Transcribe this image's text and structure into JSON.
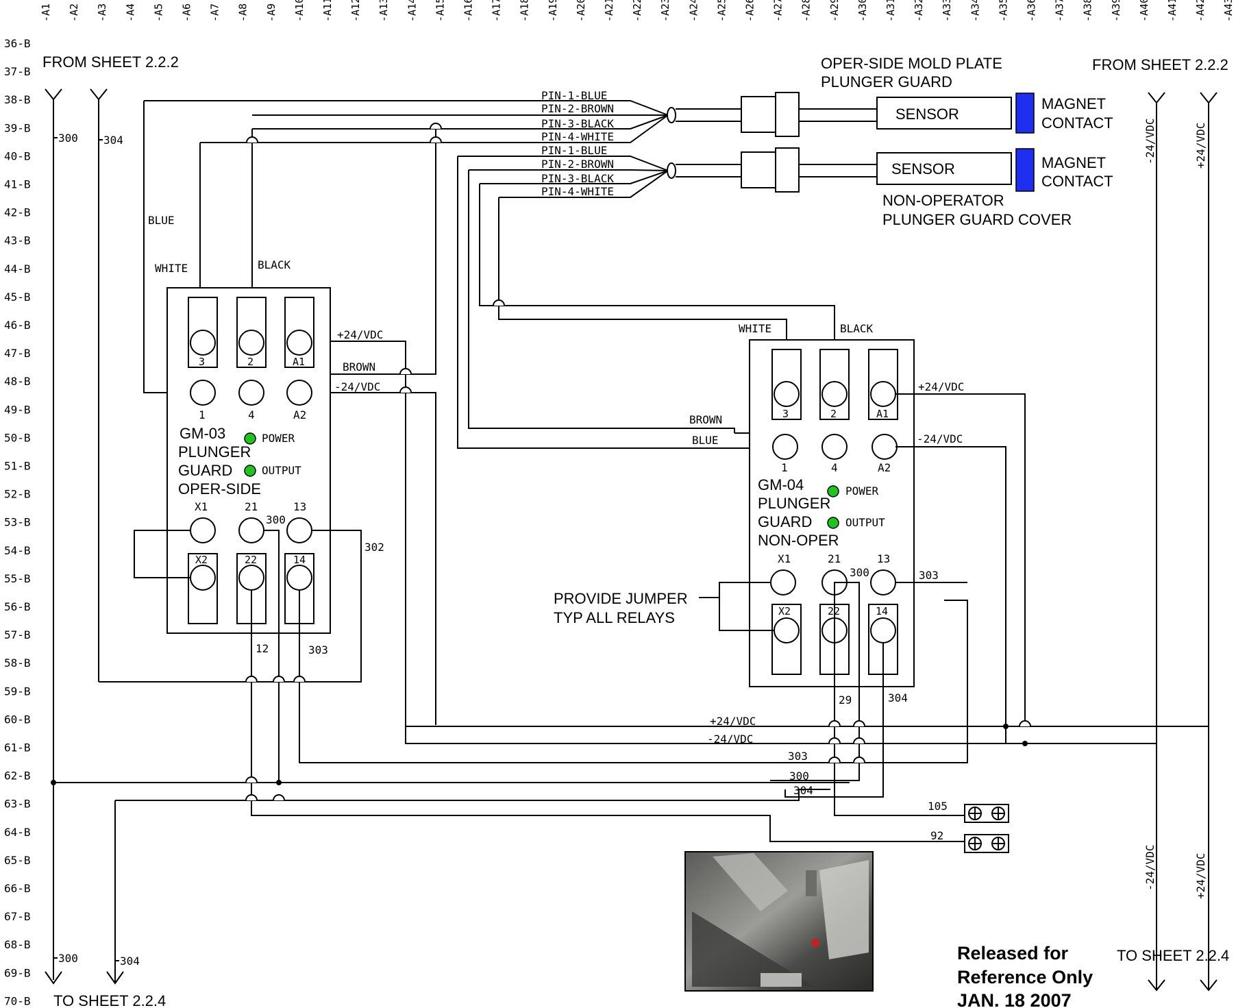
{
  "columns": [
    "-A1",
    "-A2",
    "-A3",
    "-A4",
    "-A5",
    "-A6",
    "-A7",
    "-A8",
    "-A9",
    "-A10",
    "-A11",
    "-A12",
    "-A13",
    "-A14",
    "-A15",
    "-A16",
    "-A17",
    "-A18",
    "-A19",
    "-A20",
    "-A21",
    "-A22",
    "-A23",
    "-A24",
    "-A25",
    "-A26",
    "-A27",
    "-A28",
    "-A29",
    "-A30",
    "-A31",
    "-A32",
    "-A33",
    "-A34",
    "-A35",
    "-A36",
    "-A37",
    "-A38",
    "-A39",
    "-A40",
    "-A41",
    "-A42",
    "-A43"
  ],
  "rows": [
    "36-B",
    "37-B",
    "38-B",
    "39-B",
    "40-B",
    "41-B",
    "42-B",
    "43-B",
    "44-B",
    "45-B",
    "46-B",
    "47-B",
    "48-B",
    "49-B",
    "50-B",
    "51-B",
    "52-B",
    "53-B",
    "54-B",
    "55-B",
    "56-B",
    "57-B",
    "58-B",
    "59-B",
    "60-B",
    "61-B",
    "62-B",
    "63-B",
    "64-B",
    "65-B",
    "66-B",
    "67-B",
    "68-B",
    "69-B",
    "70-B"
  ],
  "sheet_refs": {
    "from_left": "FROM SHEET 2.2.2",
    "from_right": "FROM SHEET 2.2.2",
    "to_left": "TO SHEET 2.2.4",
    "to_right": "TO SHEET 2.2.4"
  },
  "wire_labels": {
    "w300": "300",
    "w304": "304",
    "w302": "302",
    "w303": "303",
    "w12": "12",
    "w29": "29",
    "blue": "BLUE",
    "brown": "BROWN",
    "black": "BLACK",
    "white": "WHITE",
    "p24": "+24/VDC",
    "m24": "-24/VDC",
    "w105": "105",
    "w92": "92"
  },
  "cables": {
    "pins": [
      "PIN-1-BLUE",
      "PIN-2-BROWN",
      "PIN-3-BLACK",
      "PIN-4-WHITE"
    ],
    "sensor_label": "SENSOR",
    "magnet_label_1": "MAGNET",
    "magnet_label_2": "CONTACT"
  },
  "oper_guard_title": [
    "OPER-SIDE  MOLD PLATE",
    "PLUNGER GUARD"
  ],
  "nonoper_guard_title": [
    "NON-OPERATOR",
    "PLUNGER GUARD COVER"
  ],
  "terminals": {
    "t3": "3",
    "t2": "2",
    "tA1": "A1",
    "t1": "1",
    "t4": "4",
    "tA2": "A2",
    "tX1": "X1",
    "t21": "21",
    "t13": "13",
    "tX2": "X2",
    "t22": "22",
    "t14": "14"
  },
  "relay_gm03": {
    "lines": [
      "GM-03",
      "PLUNGER",
      "GUARD",
      "OPER-SIDE"
    ],
    "power": "POWER",
    "output": "OUTPUT"
  },
  "relay_gm04": {
    "lines": [
      "GM-04",
      "PLUNGER",
      "GUARD",
      "NON-OPER"
    ],
    "power": "POWER",
    "output": "OUTPUT"
  },
  "jumper_note": [
    "PROVIDE JUMPER",
    "TYP ALL RELAYS"
  ],
  "release_stamp": [
    "Released for",
    "Reference Only",
    "JAN. 18 2007"
  ],
  "colors": {
    "led": "#1ec51e",
    "magnet": "#1f2ff0",
    "ink": "#000000"
  }
}
